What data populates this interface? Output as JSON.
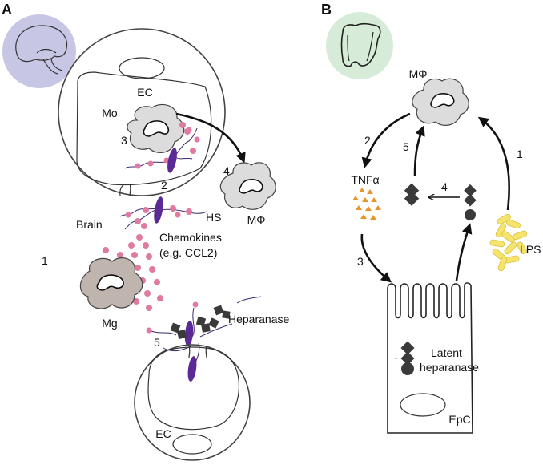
{
  "panel_a": {
    "letter": "A",
    "labels": {
      "ec_top": "EC",
      "mo": "Mo",
      "mphi": "MΦ",
      "hs": "HS",
      "brain": "Brain",
      "chemokines": "Chemokines",
      "chemokines_example": "(e.g. CCL2)",
      "mg": "Mg",
      "heparanase": "Heparanase",
      "ec_bottom": "EC"
    },
    "steps": [
      "1",
      "2",
      "3",
      "4",
      "5"
    ]
  },
  "panel_b": {
    "letter": "B",
    "labels": {
      "mphi": "MΦ",
      "tnfa": "TNFα",
      "lps": "LPS",
      "latent_line1": "Latent",
      "latent_line2": "heparanase",
      "epc": "EpC",
      "up_arrow": "↑"
    },
    "steps": [
      "1",
      "2",
      "3",
      "4",
      "5"
    ]
  },
  "colors": {
    "brain_circle": "#c7c6e4",
    "colon_circle": "#d6ecd9",
    "cell_gray": "#dcdcdc",
    "microglia": "#c0b4ae",
    "chemokine_pink": "#e07aa0",
    "heparan_sulfate": "#5b2a96",
    "tnf_orange": "#e8952e",
    "lps_yellow": "#f6e36b",
    "heparanase_dark": "#3a3a3a"
  },
  "icons": [
    "brain-icon",
    "colon-icon"
  ]
}
